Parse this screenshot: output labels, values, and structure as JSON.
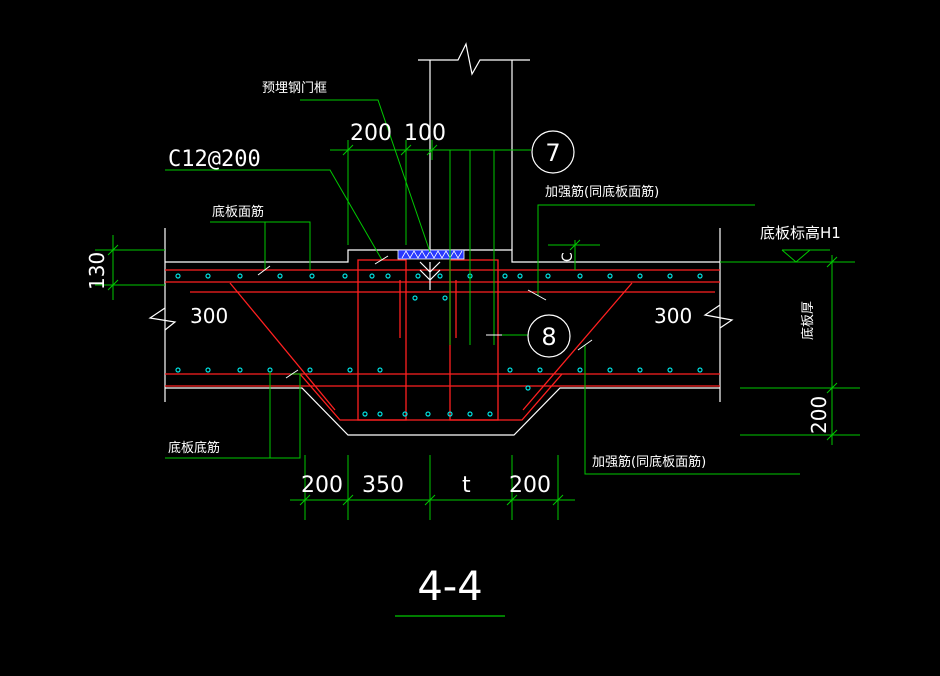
{
  "labels": {
    "embedded_frame": "预埋钢门框",
    "rebar_spec": "C12@200",
    "slab_top_bar": "底板面筋",
    "slab_bottom_bar": "底板底筋",
    "reinforcement_top": "加强筋(同底板面筋)",
    "reinforcement_bottom": "加强筋(同底板面筋)",
    "slab_elevation": "底板标高H1",
    "slab_thickness": "底板厚"
  },
  "callouts": {
    "c7": "7",
    "c8": "8"
  },
  "dims": {
    "d200_top": "200",
    "d100_top": "100",
    "d130": "130",
    "d300_left": "300",
    "d300_right": "300",
    "d200_right": "200",
    "d200_b1": "200",
    "d350": "350",
    "dt": "t",
    "d200_b2": "200",
    "small_c": "C"
  },
  "section_title": "4-4",
  "colors": {
    "background": "#000000",
    "concrete": "#ffffff",
    "dimension": "#00c800",
    "rebar": "#ff2020",
    "rebar_dot": "#00e0e0",
    "frame": "#3040ff",
    "leader": "#00c800"
  }
}
